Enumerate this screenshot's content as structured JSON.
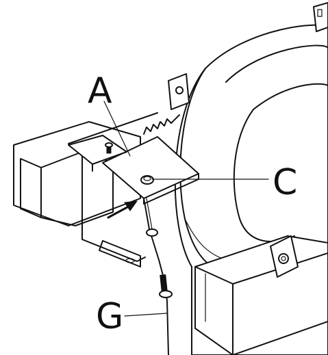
{
  "figure": {
    "callouts": [
      {
        "id": "A",
        "label": "A"
      },
      {
        "id": "C",
        "label": "C"
      },
      {
        "id": "G",
        "label": "G"
      }
    ]
  },
  "colors": {
    "ink": "#111111",
    "paper": "#ffffff"
  }
}
